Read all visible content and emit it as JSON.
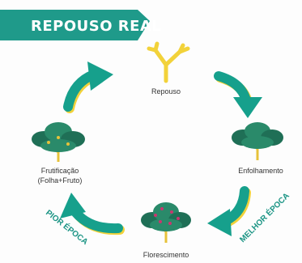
{
  "title": "REPOUSO REAL",
  "stages": {
    "repouso": "Repouso",
    "enfolhamento": "Enfolhamento",
    "florescimento": "Florescimento",
    "frutificacao_1": "Frutificação",
    "frutificacao_2": "(Folha+Fruto)"
  },
  "labels": {
    "melhor": "MELHOR ÉPOCA",
    "pior": "PIOR ÉPOCA"
  },
  "colors": {
    "banner": "#1f9a8a",
    "arrow": "#16a08c",
    "arrow_shadow": "#f2d23a",
    "leaf": "#2a8a6a",
    "leaf_dark": "#1f6f56",
    "trunk": "#e6c23a",
    "flower": "#c9366f",
    "label_teal": "#1a9484"
  },
  "icons": [
    "bare-branch-icon",
    "leafy-tree-icon",
    "flowering-tree-icon",
    "fruiting-tree-icon",
    "cycle-arrow-icon"
  ]
}
